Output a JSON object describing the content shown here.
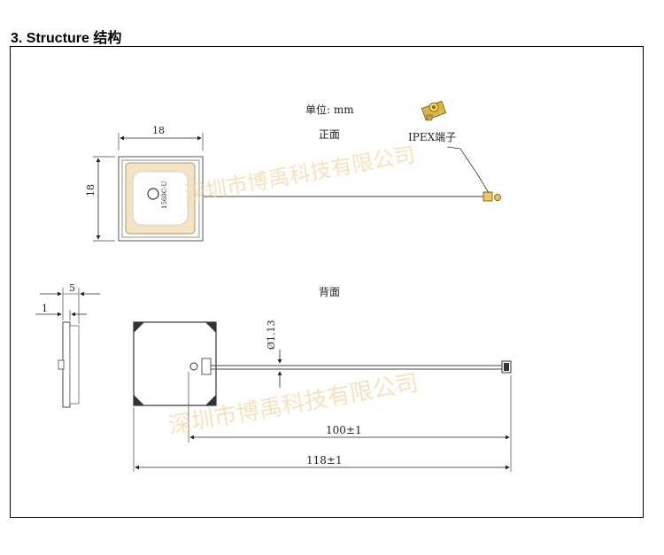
{
  "heading": "3. Structure 结构",
  "front": {
    "unit_label": "单位: mm",
    "view_label": "正面",
    "connector_label": "IPEX端子",
    "width_dim": "18",
    "height_dim": "18",
    "chip_text": "1560C-U"
  },
  "back": {
    "view_label": "背面",
    "cable_dim": "Ø1.13",
    "length_100": "100±1",
    "length_118": "118±1"
  },
  "side": {
    "thickness_dim": "5",
    "base_dim": "1"
  },
  "watermark": "深圳市博禹科技有限公司",
  "colors": {
    "patch_fill": "#f3e3c4",
    "connector_gold": "#c9a23a",
    "watermark": "#f5d8a8"
  }
}
